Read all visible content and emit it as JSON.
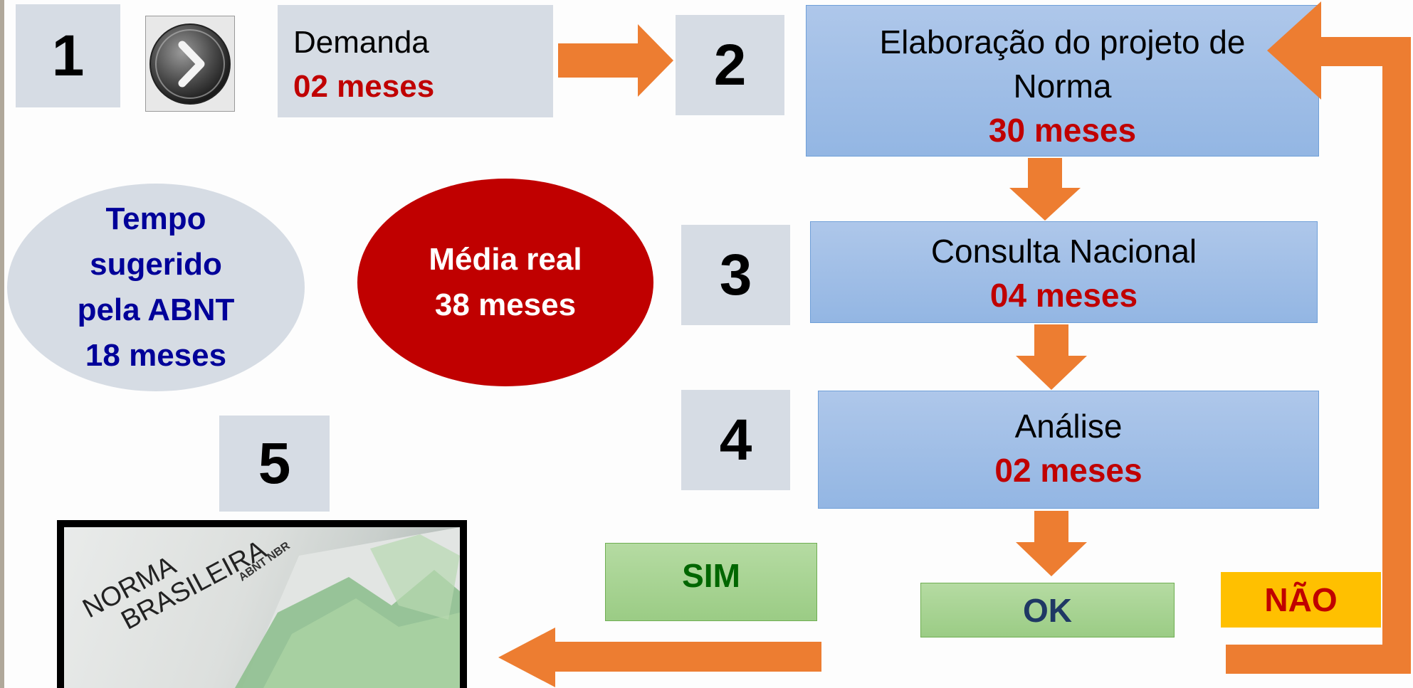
{
  "steps": {
    "s1": {
      "number": "1",
      "label": "Demanda",
      "duration": "02 meses"
    },
    "s2": {
      "number": "2",
      "label_line1": "Elaboração do projeto de",
      "label_line2": "Norma",
      "duration": "30 meses"
    },
    "s3": {
      "number": "3",
      "label": "Consulta Nacional",
      "duration": "04 meses"
    },
    "s4": {
      "number": "4",
      "label": "Análise",
      "duration": "02 meses"
    },
    "s5": {
      "number": "5"
    }
  },
  "ok_label": "OK",
  "sim_label": "SIM",
  "nao_label": "NÃO",
  "suggested": {
    "line1": "Tempo",
    "line2": "sugerido",
    "line3": "pela ABNT",
    "line4": "18 meses"
  },
  "average": {
    "line1": "Média real",
    "line2": "38 meses"
  },
  "photo_text": {
    "line1": "NORMA",
    "line2": "BRASILEIRA",
    "small": "ABNT NBR"
  },
  "colors": {
    "arrow": "#ed7d31",
    "step_box": "#d6dce4",
    "highlight_red": "#c00000",
    "ellipse_text": "#000099",
    "sim_text": "#006600",
    "ok_text": "#1f3864",
    "nao_bg": "#ffc000"
  }
}
